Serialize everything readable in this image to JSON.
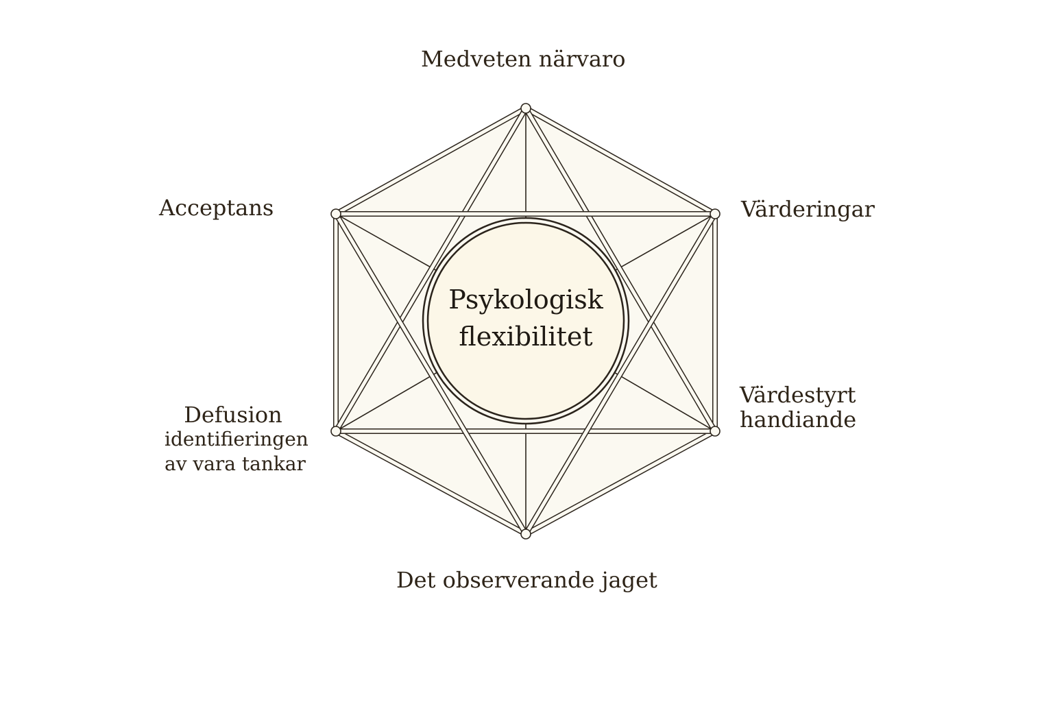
{
  "title": "Psykologisk flexibilitet",
  "title_lines": [
    "Psykologisk",
    "flexibilitet"
  ],
  "nodes": {
    "top": "Medveten närvaro",
    "upper_right": "Värderingar",
    "lower_right": [
      "Värdestyrt",
      "handiande"
    ],
    "bottom": "Det observerande jaget",
    "lower_left": [
      "Defusion",
      "identifieringen",
      "av vara tankar"
    ],
    "upper_left": "Acceptans"
  },
  "colors": {
    "line": "#2b241c",
    "fill": "#fbf9f1",
    "center": "#fcf7e8",
    "text": "#2e2418"
  }
}
